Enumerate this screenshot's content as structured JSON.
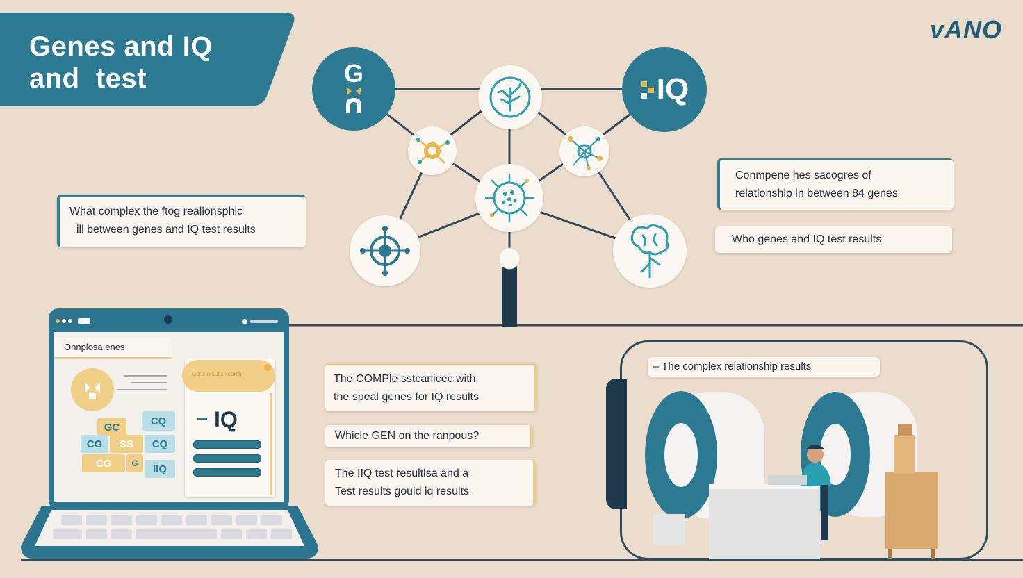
{
  "title": {
    "line1": "Genes and IQ",
    "line2": "and  test"
  },
  "brand": "vANO",
  "nodes": {
    "gene_letter": "G",
    "iq_label": "IQ"
  },
  "cards": {
    "left_question": {
      "line1": "What complex the ftog realionsphic",
      "line2": "ill between genes and IQ test results"
    },
    "right_top": {
      "line1": "Conmpene hes sacogres of",
      "line2": "relationship in between 84 genes"
    },
    "right_mid": "Who genes and IQ test results",
    "center_top": {
      "line1": "The COMPle sstcanicec with",
      "line2": "the speal genes for IQ results"
    },
    "center_mid": "Whicle GEN on the ranpous?",
    "center_bottom": {
      "line1": "The IIQ test resultlsa and a",
      "line2": "Test results gouid iq results"
    },
    "scene_caption": "– The complex relationship results"
  },
  "laptop": {
    "header": "Onnplosa enes",
    "iq_badge": "IQ",
    "blocks": [
      "GC",
      "CQ",
      "CG",
      "SS",
      "CQ",
      "CG",
      "G",
      "IIQ"
    ],
    "search_label": "Gene results search"
  },
  "colors": {
    "teal": "#2c7a92",
    "navy": "#2e4a5c",
    "gold": "#e8cf8f",
    "background": "#ecdccb",
    "card": "#fbf6f0"
  }
}
